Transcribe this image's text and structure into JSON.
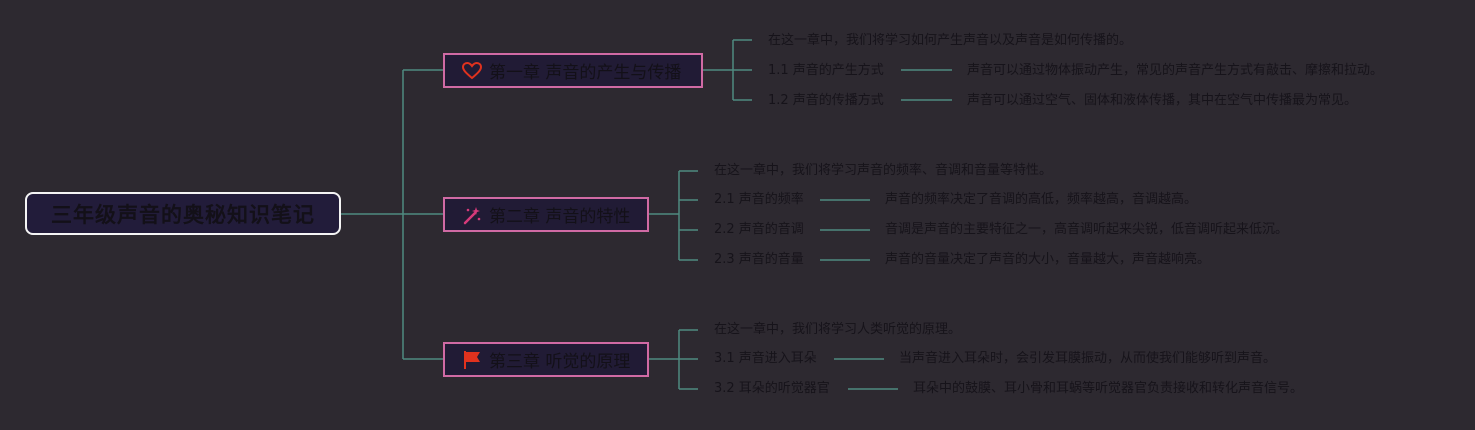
{
  "title": "三年级声音的奥秘知识笔记",
  "colors": {
    "background": "#2d2930",
    "connector": "#4f8a80",
    "chapter_border": "#d06aa4",
    "root_border": "#f4f4f4",
    "icon_red": "#e0321e"
  },
  "chapters": [
    {
      "label": "第一章 声音的产生与传播",
      "icon": "heart-icon",
      "intro": "在这一章中，我们将学习如何产生声音以及声音是如何传播的。",
      "sections": [
        {
          "label": "1.1 声音的产生方式",
          "detail": "声音可以通过物体振动产生，常见的声音产生方式有敲击、摩擦和拉动。"
        },
        {
          "label": "1.2 声音的传播方式",
          "detail": "声音可以通过空气、固体和液体传播，其中在空气中传播最为常见。"
        }
      ]
    },
    {
      "label": "第二章 声音的特性",
      "icon": "magic-wand-icon",
      "intro": "在这一章中，我们将学习声音的频率、音调和音量等特性。",
      "sections": [
        {
          "label": "2.1 声音的频率",
          "detail": "声音的频率决定了音调的高低，频率越高，音调越高。"
        },
        {
          "label": "2.2 声音的音调",
          "detail": "音调是声音的主要特征之一，高音调听起来尖锐，低音调听起来低沉。"
        },
        {
          "label": "2.3 声音的音量",
          "detail": "声音的音量决定了声音的大小，音量越大，声音越响亮。"
        }
      ]
    },
    {
      "label": "第三章 听觉的原理",
      "icon": "flag-icon",
      "intro": "在这一章中，我们将学习人类听觉的原理。",
      "sections": [
        {
          "label": "3.1 声音进入耳朵",
          "detail": "当声音进入耳朵时，会引发耳膜振动，从而使我们能够听到声音。"
        },
        {
          "label": "3.2 耳朵的听觉器官",
          "detail": "耳朵中的鼓膜、耳小骨和耳蜗等听觉器官负责接收和转化声音信号。"
        }
      ]
    }
  ]
}
